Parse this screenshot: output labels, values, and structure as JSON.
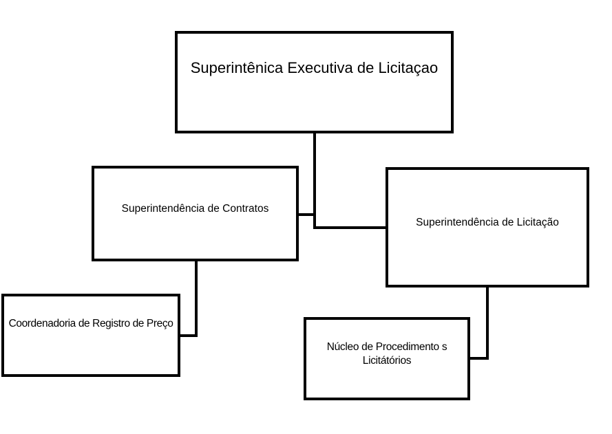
{
  "diagram": {
    "type": "org-chart",
    "nodes": {
      "top": "Superintênica Executiva de Licitaçao",
      "contratos": "Superintendência de Contratos",
      "licitacao": "Superintendência de Licitação",
      "coordenadoria": "Coordenadoria de Registro de Preço",
      "nucleo": "Núcleo de Procedimento s Licitátórios"
    },
    "edges": [
      [
        "top",
        "contratos"
      ],
      [
        "top",
        "licitacao"
      ],
      [
        "contratos",
        "coordenadoria"
      ],
      [
        "licitacao",
        "nucleo"
      ]
    ],
    "line_color": "#000000"
  }
}
